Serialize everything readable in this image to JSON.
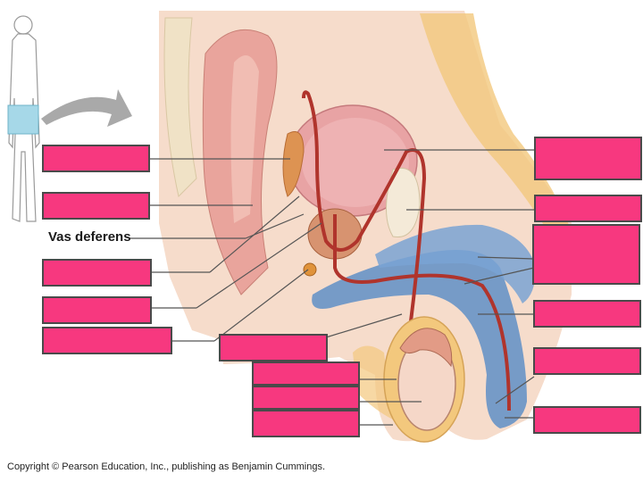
{
  "labels": {
    "vas_deferens": "Vas deferens"
  },
  "footer": {
    "copyright": "Copyright © Pearson Education, Inc., publishing as Benjamin Cummings."
  },
  "colors": {
    "label_box": "#f7387f",
    "skin": "#f6dccb",
    "fat": "#f3c87d",
    "tissue_pink": "#eab0a8",
    "erectile_blue": "#5f8fc7",
    "duct_red": "#b0342c",
    "arrow_gray": "#a9a9a9",
    "highlight_blue": "#a6d8e8"
  },
  "blank_label_count": 15
}
